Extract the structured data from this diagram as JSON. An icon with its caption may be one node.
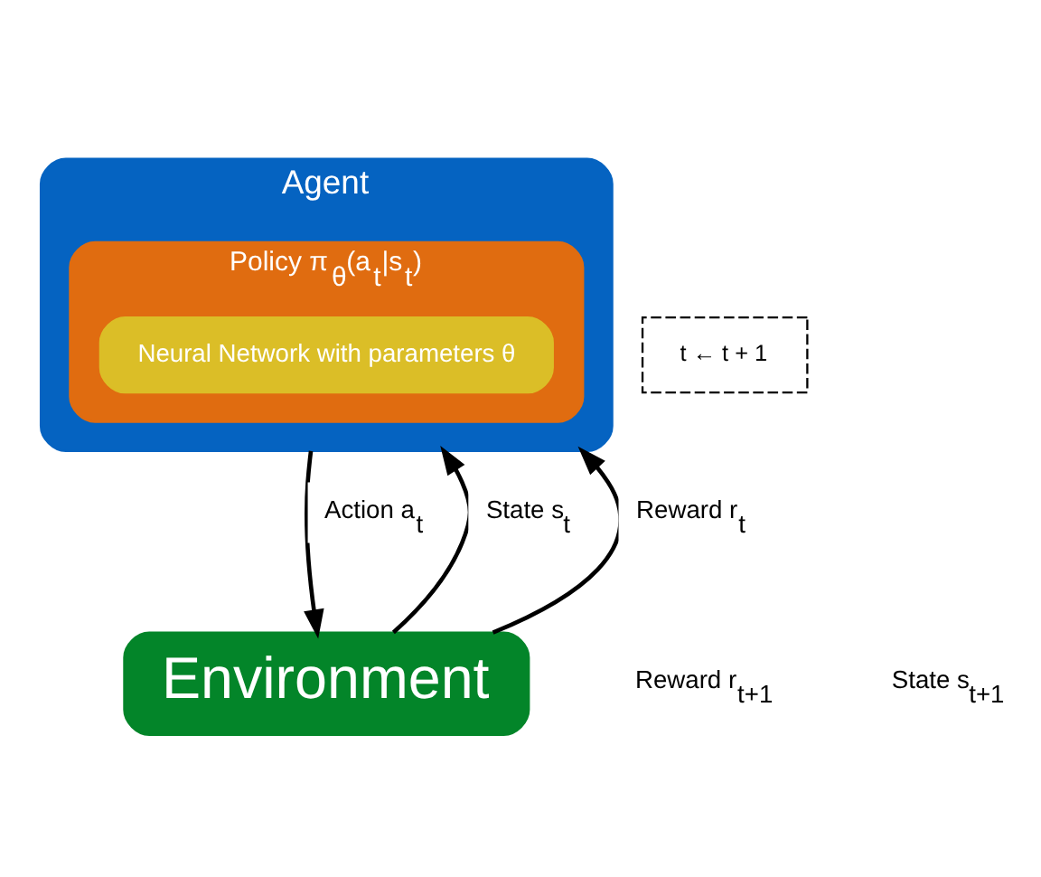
{
  "diagram": {
    "nodes": [
      {
        "text": [
          "Agent"
        ]
      },
      {
        "text": [
          "Policy π$_{θ}$(a$_{t}$|s$_{t}$)"
        ],
        "in": 0
      },
      {
        "text": [
          "Neural Network with parameters θ"
        ],
        "in": 1
      },
      {
        "text": [
          "Environment"
        ]
      },
      {
        "text": [
          "t ← t + 1"
        ]
      }
    ],
    "edges": [
      {
        "from": 3,
        "to": 2,
        "arrow": "to",
        "label": "State s$_{t}$"
      },
      {
        "from": 3,
        "to": 2,
        "arrow": "to",
        "label": "Reward r$_{t}$"
      },
      {
        "from": 2,
        "to": 3,
        "arrow": "to",
        "label": "Action a$_{t}$"
      }
    ],
    "labels": [
      "Reward r$_{t+1}$",
      "State s$_{t+1}$"
    ]
  }
}
